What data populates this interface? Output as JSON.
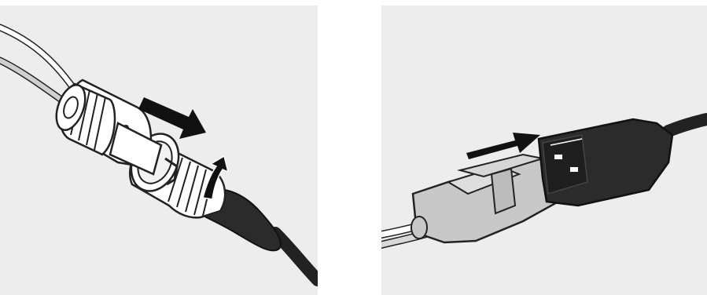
{
  "figure": {
    "panels": [
      {
        "id": "connector-twist-lock",
        "kind": "round bayonet cable connector being pushed and twisted to lock"
      },
      {
        "id": "connector-plug-in",
        "kind": "flat rectangular plug being pushed into a socket"
      }
    ],
    "colors": {
      "panel_background": "#ededed",
      "outline": "#222222",
      "part_fill": "#ffffff",
      "grey_plug": "#c8c8c8",
      "dark_housing": "#2b2b2b",
      "arrow": "#111111"
    },
    "icons": [
      "push-arrow-icon",
      "twist-arrow-icon",
      "insert-arrow-icon"
    ]
  }
}
